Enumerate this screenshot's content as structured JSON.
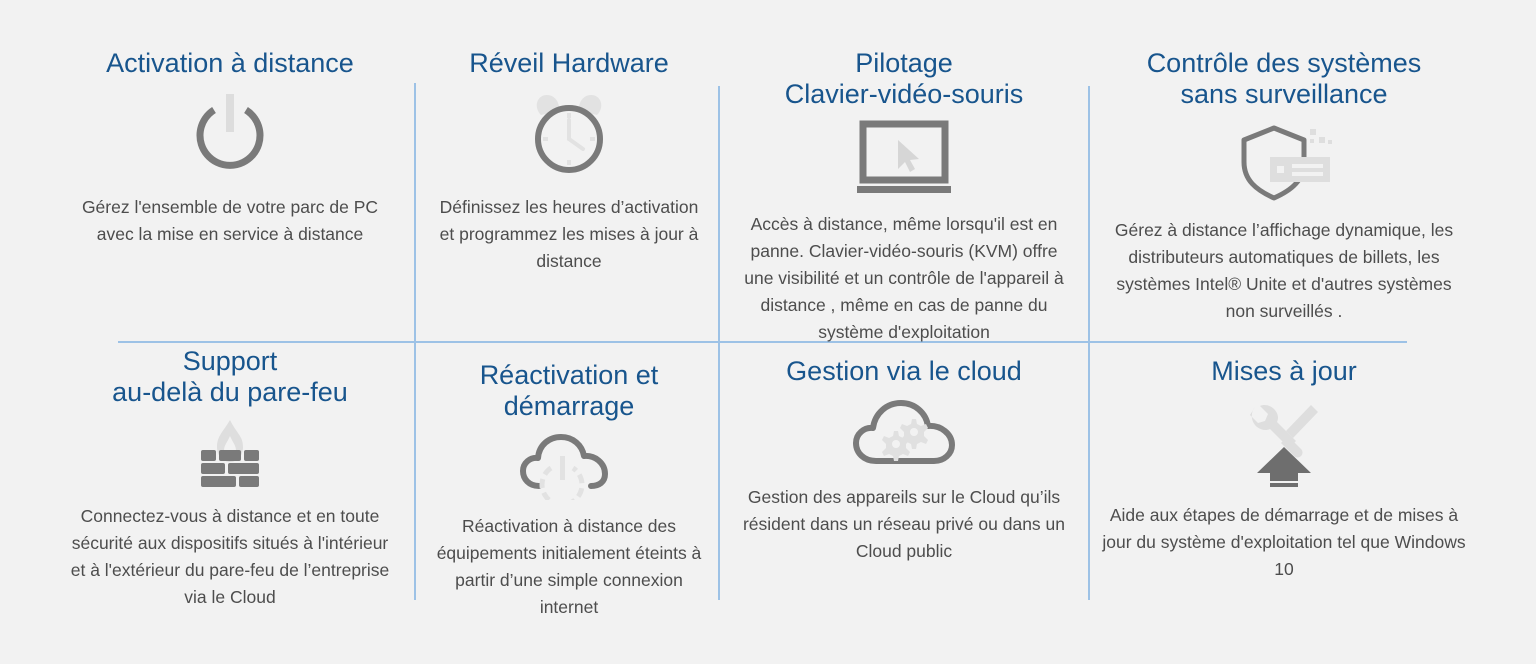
{
  "page": {
    "background_color": "#f2f2f2",
    "title_color": "#18558d",
    "body_text_color": "#4d4d4d",
    "divider_color": "#9dc2e6",
    "icon_dark_color": "#7a7a7a",
    "icon_light_color": "#dddddd"
  },
  "cells": [
    {
      "title": "Activation à distance",
      "description": "Gérez l'ensemble de votre parc de PC avec la mise en service à distance",
      "icon": "power-icon"
    },
    {
      "title": "Réveil Hardware",
      "description": "Définissez les heures d’activation et programmez les mises à jour à distance",
      "icon": "alarm-clock-icon"
    },
    {
      "title": "Pilotage\nClavier-vidéo-souris",
      "description": "Accès à distance, même lorsqu'il est en panne. Clavier-vidéo-souris (KVM) offre une visibilité et un contrôle de l'appareil à distance , même en cas de panne du système d'exploitation",
      "icon": "monitor-cursor-icon"
    },
    {
      "title": "Contrôle des systèmes\nsans surveillance",
      "description": "Gérez à distance l’affichage dynamique, les distributeurs automatiques de billets, les systèmes Intel® Unite et d'autres systèmes non surveillés .",
      "icon": "shield-server-icon"
    },
    {
      "title": "Support\nau-delà du pare-feu",
      "description": "Connectez-vous à distance et en toute sécurité aux dispositifs situés à l'intérieur et à l'extérieur du pare-feu de l’entreprise via le Cloud",
      "icon": "firewall-icon"
    },
    {
      "title": "Réactivation et\ndémarrage",
      "description": "Réactivation à distance des équipements initialement éteints à partir d’une simple connexion internet",
      "icon": "cloud-power-icon"
    },
    {
      "title": "Gestion via le cloud",
      "description": "Gestion des appareils sur le Cloud qu’ils résident dans un réseau privé ou dans un Cloud public",
      "icon": "cloud-gears-icon"
    },
    {
      "title": "Mises à jour",
      "description": "Aide aux étapes de démarrage et de mises à jour du système d'exploitation tel que Windows 10",
      "icon": "tools-upgrade-icon"
    }
  ]
}
